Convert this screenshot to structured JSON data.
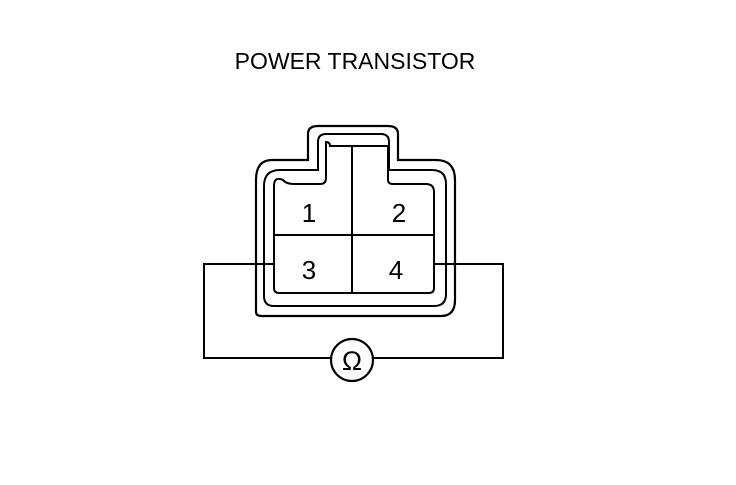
{
  "title": "POWER TRANSISTOR",
  "terminals": {
    "t1": "1",
    "t2": "2",
    "t3": "3",
    "t4": "4"
  },
  "meter": {
    "symbol": "Ω",
    "icon": "ohmmeter-icon"
  },
  "colors": {
    "line": "#000000",
    "background": "#ffffff"
  }
}
